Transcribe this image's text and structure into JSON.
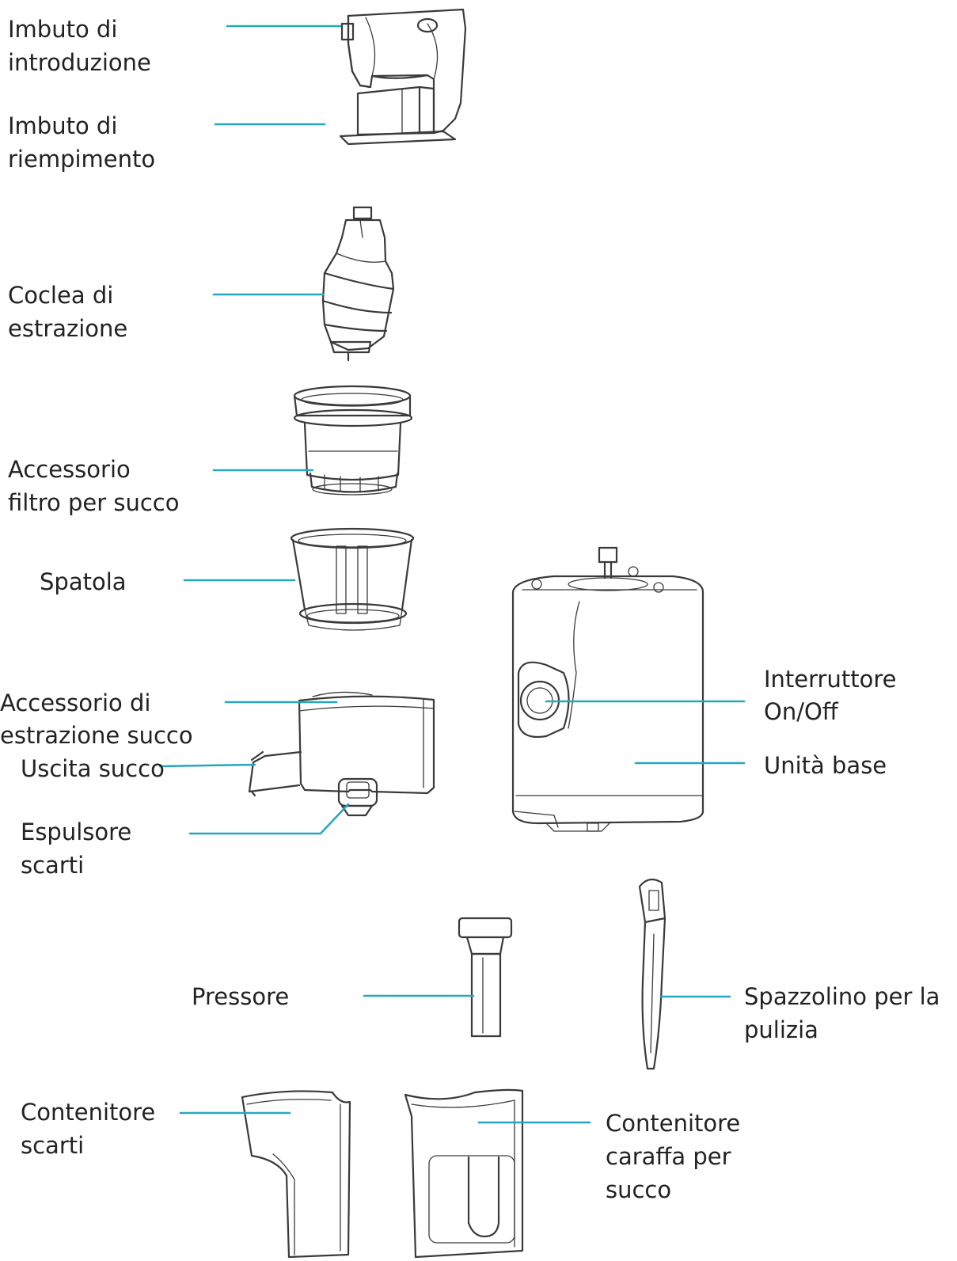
{
  "accent_color": "#27a7bd",
  "labels": {
    "imbuto_introduzione": [
      "Imbuto di",
      "introduzione"
    ],
    "imbuto_riempimento": [
      "Imbuto di",
      "riempimento"
    ],
    "coclea": [
      "Coclea di",
      "estrazione"
    ],
    "filtro": [
      "Accessorio",
      "filtro per succo"
    ],
    "spatola": [
      "Spatola"
    ],
    "estrazione_succo": [
      "Accessorio di",
      "estrazione succo"
    ],
    "uscita_succo": [
      "Uscita succo"
    ],
    "espulsore": [
      "Espulsore",
      "scarti"
    ],
    "interruttore": [
      "Interruttore",
      "On/Off"
    ],
    "unita_base": [
      "Unità base"
    ],
    "pressore": [
      "Pressore"
    ],
    "spazzolino": [
      "Spazzolino per la",
      "pulizia"
    ],
    "contenitore_scarti": [
      "Contenitore",
      "scarti"
    ],
    "caraffa": [
      "Contenitore",
      "caraffa per",
      "succo"
    ]
  },
  "icons": [
    "feed-funnel-icon",
    "hopper-icon",
    "auger-icon",
    "juice-filter-icon",
    "spatula-icon",
    "juicing-bowl-icon",
    "base-unit-icon",
    "pusher-icon",
    "cleaning-brush-icon",
    "pulp-container-icon",
    "juice-jug-icon"
  ]
}
